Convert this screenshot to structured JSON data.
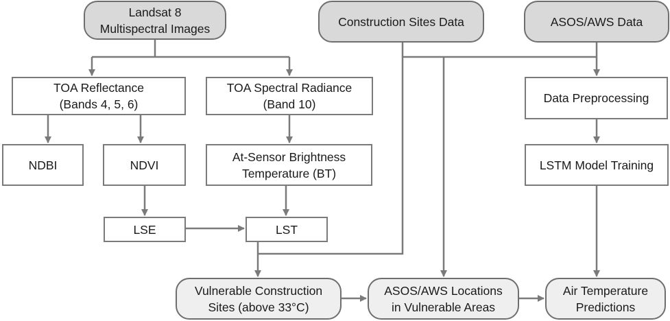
{
  "nodes": {
    "landsat": {
      "lines": [
        "Landsat 8",
        "Multispectral Images"
      ]
    },
    "construction_data": {
      "lines": [
        "Construction Sites Data"
      ]
    },
    "asos_data": {
      "lines": [
        "ASOS/AWS Data"
      ]
    },
    "toa_reflectance": {
      "lines": [
        "TOA Reflectance",
        "(Bands 4, 5, 6)"
      ]
    },
    "toa_radiance": {
      "lines": [
        "TOA Spectral Radiance",
        "(Band 10)"
      ]
    },
    "preprocessing": {
      "lines": [
        "Data Preprocessing"
      ]
    },
    "ndbi": {
      "lines": [
        "NDBI"
      ]
    },
    "ndvi": {
      "lines": [
        "NDVI"
      ]
    },
    "bt": {
      "lines": [
        "At-Sensor Brightness",
        "Temperature (BT)"
      ]
    },
    "lstm": {
      "lines": [
        "LSTM Model Training"
      ]
    },
    "lse": {
      "lines": [
        "LSE"
      ]
    },
    "lst": {
      "lines": [
        "LST"
      ]
    },
    "vulnerable_sites": {
      "lines": [
        "Vulnerable Construction",
        "Sites (above 33°C)"
      ]
    },
    "asos_locations": {
      "lines": [
        "ASOS/AWS Locations",
        "in Vulnerable Areas"
      ]
    },
    "predictions": {
      "lines": [
        "Air Temperature",
        "Predictions"
      ]
    }
  },
  "colors": {
    "line": "#7a7a7a",
    "fill_dark": "#d9d9d9",
    "fill_light": "#efefef"
  }
}
